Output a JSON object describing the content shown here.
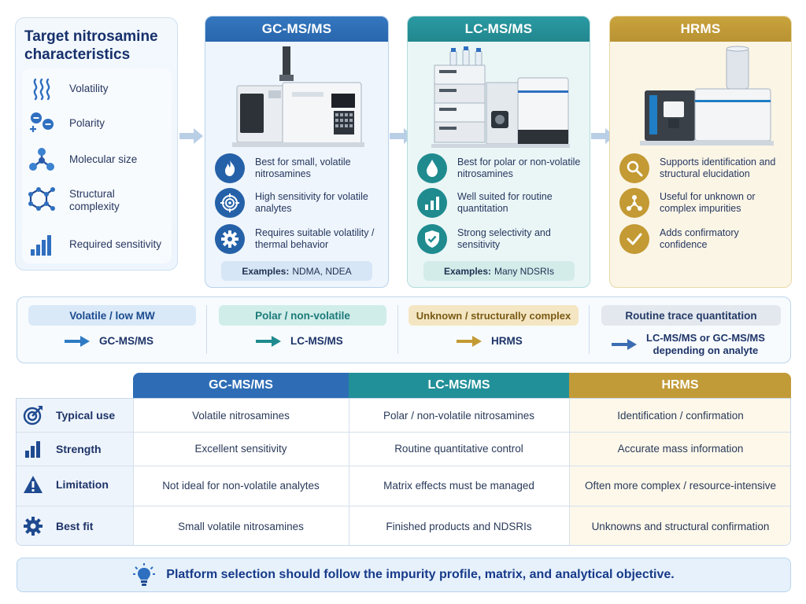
{
  "characteristics": {
    "title": "Target nitrosamine characteristics",
    "items": [
      {
        "label": "Volatility",
        "icon": "volatility-waves-icon"
      },
      {
        "label": "Polarity",
        "icon": "polarity-icon"
      },
      {
        "label": "Molecular size",
        "icon": "molecule-icon"
      },
      {
        "label": "Structural complexity",
        "icon": "hexagon-structure-icon"
      },
      {
        "label": "Required sensitivity",
        "icon": "bar-chart-icon"
      }
    ]
  },
  "platforms": {
    "gc": {
      "title": "GC-MS/MS",
      "features": [
        {
          "text": "Best for small, volatile nitrosamines",
          "icon": "flame-icon"
        },
        {
          "text": "High sensitivity for volatile analytes",
          "icon": "target-icon"
        },
        {
          "text": "Requires suitable volatility / thermal behavior",
          "icon": "gear-icon"
        }
      ],
      "example_label": "Examples:",
      "example_value": "NDMA, NDEA"
    },
    "lc": {
      "title": "LC-MS/MS",
      "features": [
        {
          "text": "Best for polar or non-volatile nitrosamines",
          "icon": "droplet-icon"
        },
        {
          "text": "Well suited for routine quantitation",
          "icon": "bar-chart-icon"
        },
        {
          "text": "Strong selectivity and sensitivity",
          "icon": "shield-check-icon"
        }
      ],
      "example_label": "Examples:",
      "example_value": "Many NDSRIs"
    },
    "hr": {
      "title": "HRMS",
      "features": [
        {
          "text": "Supports identification and structural elucidation",
          "icon": "magnifier-icon"
        },
        {
          "text": "Useful for unknown or complex impurities",
          "icon": "network-icon"
        },
        {
          "text": "Adds confirmatory confidence",
          "icon": "checkmark-icon"
        }
      ]
    }
  },
  "decision_strip": [
    {
      "condition": "Volatile / low MW",
      "result": "GC-MS/MS"
    },
    {
      "condition": "Polar / non-volatile",
      "result": "LC-MS/MS"
    },
    {
      "condition": "Unknown / structurally complex",
      "result": "HRMS"
    },
    {
      "condition": "Routine trace quantitation",
      "result_line1": "LC-MS/MS or GC-MS/MS",
      "result_line2": "depending on analyte"
    }
  ],
  "comparison": {
    "headers": [
      "GC-MS/MS",
      "LC-MS/MS",
      "HRMS"
    ],
    "rows": [
      {
        "label": "Typical use",
        "icon": "target-icon",
        "gc": "Volatile nitrosamines",
        "lc": "Polar / non-volatile nitrosamines",
        "hr": "Identification / confirmation"
      },
      {
        "label": "Strength",
        "icon": "bar-chart-icon",
        "gc": "Excellent sensitivity",
        "lc": "Routine quantitative control",
        "hr": "Accurate mass information"
      },
      {
        "label": "Limitation",
        "icon": "warning-icon",
        "gc": "Not ideal for non-volatile analytes",
        "lc": "Matrix effects must be managed",
        "hr": "Often more complex / resource-intensive"
      },
      {
        "label": "Best fit",
        "icon": "gear-icon",
        "gc": "Small volatile nitrosamines",
        "lc": "Finished products and NDSRIs",
        "hr": "Unknowns and structural confirmation"
      }
    ]
  },
  "footer": {
    "text": "Platform selection should follow the impurity profile, matrix, and analytical objective.",
    "icon": "lightbulb-icon"
  },
  "colors": {
    "gc": "#2966ad",
    "lc": "#22878f",
    "hr": "#b99233",
    "navy": "#16306b"
  }
}
